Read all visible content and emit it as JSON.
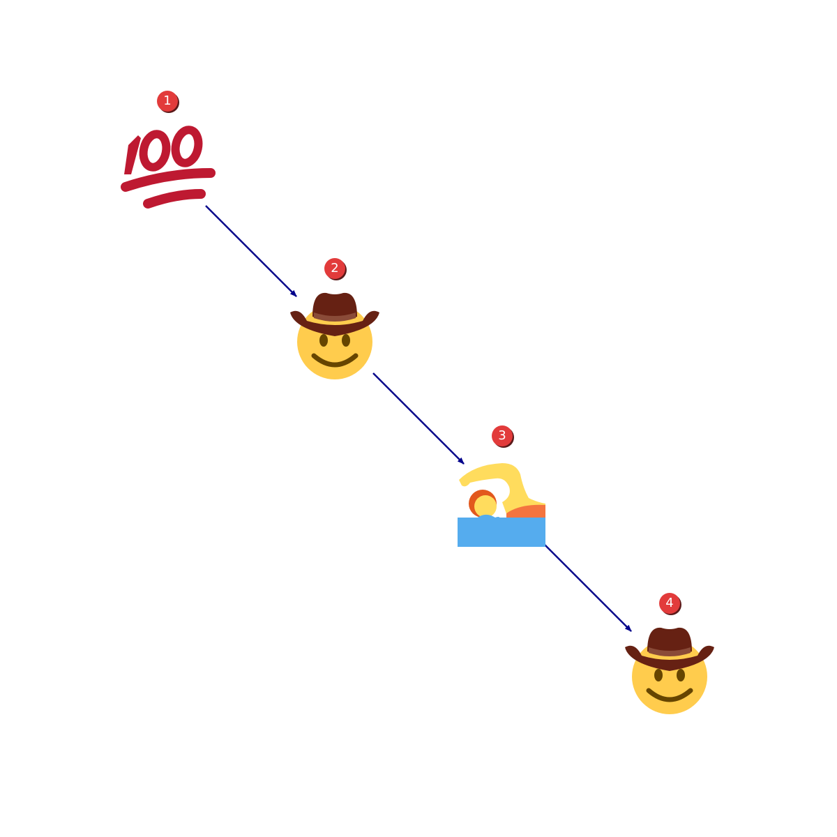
{
  "steps": [
    {
      "number": "1",
      "icon": "hundred-points-icon"
    },
    {
      "number": "2",
      "icon": "cowboy-hat-face-icon"
    },
    {
      "number": "3",
      "icon": "person-swimming-icon"
    },
    {
      "number": "4",
      "icon": "cowboy-hat-face-icon"
    }
  ],
  "colors": {
    "arrow": "#00008b",
    "badge": "#e23b3b",
    "badge_text": "#ffffff"
  }
}
